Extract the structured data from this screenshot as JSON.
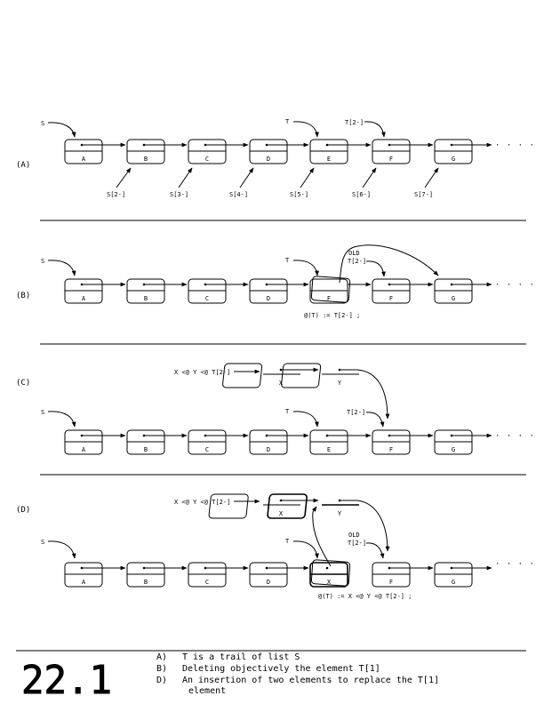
{
  "figure": {
    "number": "22.1",
    "captions": [
      {
        "tag": "A)",
        "text": "T is a trail of list S"
      },
      {
        "tag": "B)",
        "text": "Deleting objectively the element T[1]"
      },
      {
        "tag": "D)",
        "text": "An insertion of two elements to replace the T[1] element"
      }
    ]
  },
  "panels": {
    "a": {
      "label": "(A)",
      "nodes": [
        "A",
        "B",
        "C",
        "D",
        "E",
        "F",
        "G"
      ],
      "pointers_top": [
        "S",
        "T",
        "T[2-]"
      ],
      "pointers_bottom": [
        "S[2-]",
        "S[3-]",
        "S[4-]",
        "S[5-]",
        "S[6-]",
        "S[7-]"
      ],
      "ellipsis": "· · · ·"
    },
    "b": {
      "label": "(B)",
      "nodes": [
        "A",
        "B",
        "C",
        "D",
        "F",
        "F",
        "G"
      ],
      "pointers_top": [
        "S",
        "T",
        "OLD",
        "T[2-]"
      ],
      "equation": "@(T) := T[2-] ;",
      "ellipsis": "· · · ·"
    },
    "c": {
      "label": "(C)",
      "new_expr": "X <@ Y <@ T[2-]",
      "new_nodes": [
        "X",
        "Y"
      ],
      "nodes": [
        "A",
        "B",
        "C",
        "D",
        "E",
        "F",
        "G"
      ],
      "pointers_top": [
        "S",
        "T",
        "T[2-]"
      ],
      "ellipsis": "· · · ·"
    },
    "d": {
      "label": "(D)",
      "new_expr": "X <@ Y <@ T[2-]",
      "new_nodes": [
        "X",
        "Y"
      ],
      "nodes": [
        "A",
        "B",
        "C",
        "D",
        "X",
        "F",
        "G"
      ],
      "pointers_top": [
        "S",
        "T",
        "OLD",
        "T[2-]"
      ],
      "equation": "@(T) := X <@ Y <@ T[2-] ;",
      "ellipsis": "· · · ·"
    }
  }
}
